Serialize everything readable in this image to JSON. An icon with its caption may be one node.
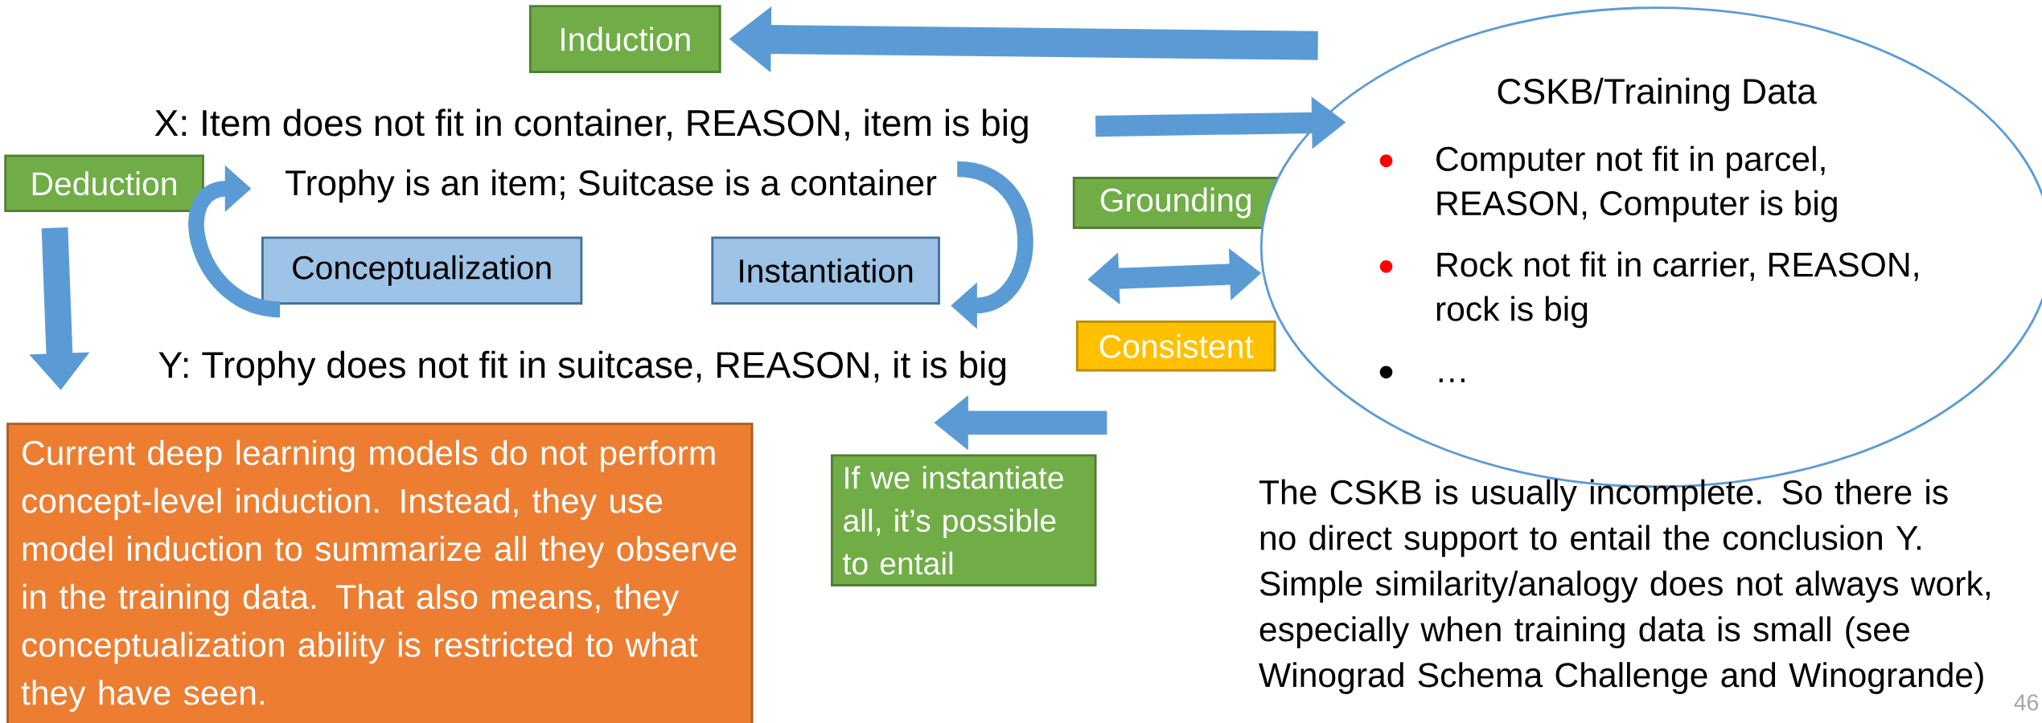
{
  "diagram": {
    "nodes": [
      {
        "text": [
          "Induction"
        ]
      },
      {
        "text": [
          "X: Item does not fit in container, REASON, item is big"
        ]
      },
      {
        "text": [
          "Deduction"
        ]
      },
      {
        "text": [
          "Conceptualization"
        ]
      },
      {
        "text": [
          "Instantiation"
        ]
      },
      {
        "text": [
          "Grounding"
        ]
      },
      {
        "text": [
          "Y: Trophy does not fit in suitcase, REASON, it is big"
        ]
      },
      {
        "text": [
          "Consistent"
        ]
      },
      {
        "text": [
          "CSKB/Training Data",
          "Computer not fit in parcel, REASON, Computer is big",
          "Rock not fit in carrier, REASON, rock is big",
          "…"
        ]
      },
      {
        "text": [
          "If we instantiate all, it’s possible to entail"
        ]
      },
      {
        "text": [
          "Current deep learning models do not perform concept-level induction. Instead, they use model induction to summarize all they observe in the training data. That also means, they conceptualization ability is restricted to what they have seen."
        ]
      }
    ],
    "edges": [
      {
        "from": null,
        "to": 0,
        "arrow": "to"
      },
      {
        "from": 1,
        "to": 8,
        "arrow": "to"
      },
      {
        "from": null,
        "to": 8,
        "arrow": "both"
      },
      {
        "from": null,
        "to": 6,
        "arrow": "to"
      },
      {
        "from": 2,
        "to": 10,
        "arrow": "to"
      },
      {
        "from": 6,
        "to": 1,
        "arrow": "to"
      },
      {
        "from": 1,
        "to": 6,
        "arrow": "to"
      }
    ],
    "labels": [
      "Trophy is an item; Suitcase is a container",
      "The CSKB is usually incomplete. So there is no direct support to entail the conclusion Y. Simple similarity/analogy does not always work, especially when training data is small (see Winograd Schema Challenge and Winogrande)",
      "46"
    ]
  }
}
